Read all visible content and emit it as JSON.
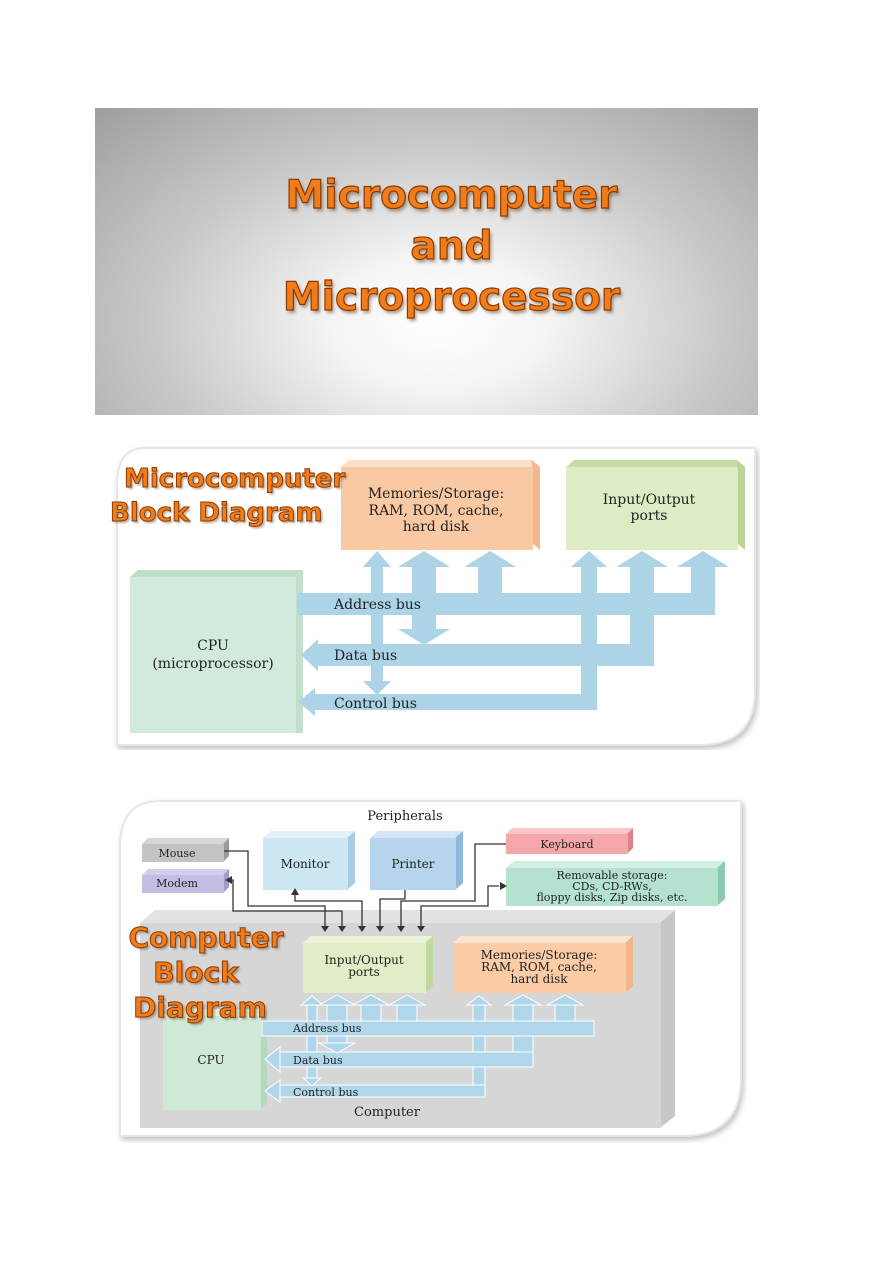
{
  "banner": {
    "line1": "Microcomputer",
    "line2": "and",
    "line3": "Microprocessor"
  },
  "diagram1": {
    "heading_line1": "Microcomputer",
    "heading_line2": "Block Diagram",
    "memory_line1": "Memories/Storage:",
    "memory_line2": "RAM, ROM, cache,",
    "memory_line3": "hard disk",
    "io_line1": "Input/Output",
    "io_line2": "ports",
    "cpu_line1": "CPU",
    "cpu_line2": "(microprocessor)",
    "address_bus": "Address bus",
    "data_bus": "Data bus",
    "control_bus": "Control bus"
  },
  "diagram2": {
    "heading_line1": "Computer",
    "heading_line2": "Block",
    "heading_line3": "Diagram",
    "peripherals": "Peripherals",
    "mouse": "Mouse",
    "modem": "Modem",
    "monitor": "Monitor",
    "printer": "Printer",
    "keyboard": "Keyboard",
    "removable_line1": "Removable storage:",
    "removable_line2": "CDs, CD-RWs,",
    "removable_line3": "floppy disks, Zip disks, etc.",
    "io_line1": "Input/Output",
    "io_line2": "ports",
    "memory_line1": "Memories/Storage:",
    "memory_line2": "RAM, ROM, cache,",
    "memory_line3": "hard disk",
    "cpu": "CPU",
    "address_bus": "Address bus",
    "data_bus": "Data bus",
    "control_bus": "Control bus",
    "computer": "Computer"
  },
  "colors": {
    "title_orange": "#f07c1a",
    "bus_blue": "#a9d2e6",
    "memory_peach": "#f8c8a0",
    "io_green": "#dcebc2",
    "cpu_green": "#cfe9d7",
    "keyboard_pink": "#f4a3a8",
    "removable_teal": "#b4e2cf",
    "computer_gray": "#d6d6d6"
  }
}
